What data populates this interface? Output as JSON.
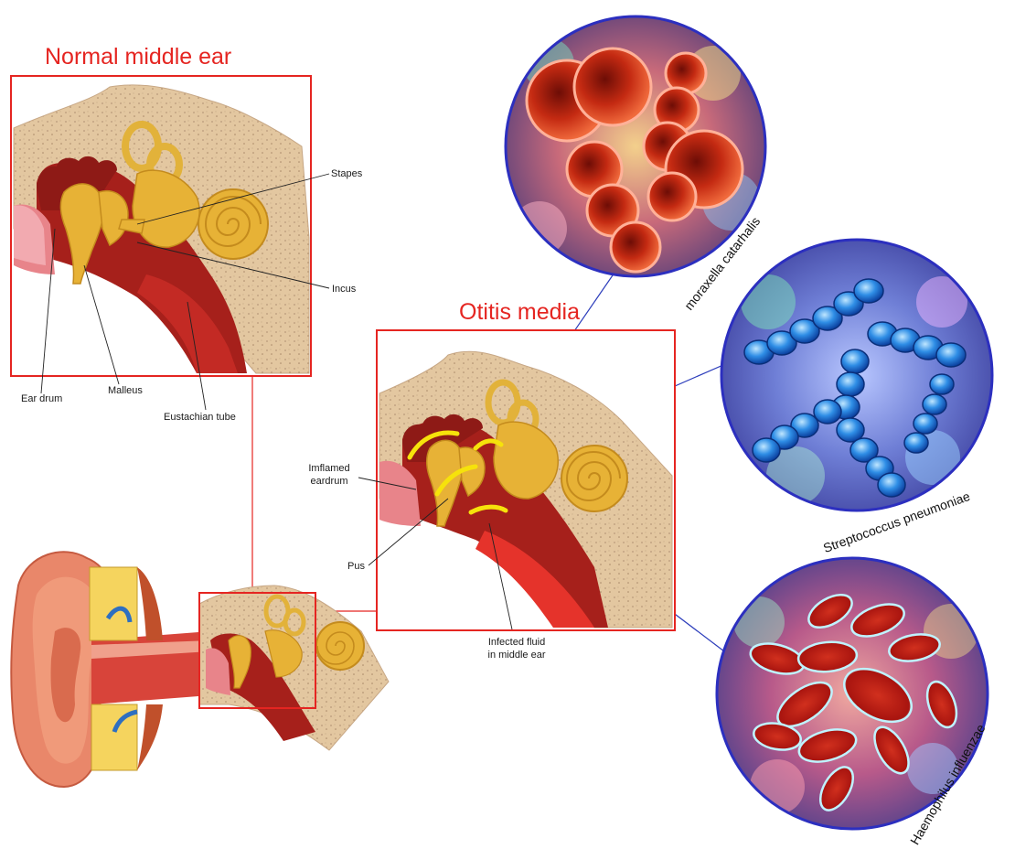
{
  "titles": {
    "normal": "Normal middle ear",
    "otitis": "Otitis media"
  },
  "normal_labels": {
    "stapes": "Stapes",
    "incus": "Incus",
    "ear_drum": "Ear drum",
    "malleus": "Malleus",
    "eustachian": "Eustachian tube"
  },
  "otitis_labels": {
    "inflamed_1": "Imflamed",
    "inflamed_2": "eardrum",
    "pus": "Pus",
    "fluid_1": "Infected fluid",
    "fluid_2": "in middle ear"
  },
  "bacteria": [
    {
      "name": "moraxella catarhalis"
    },
    {
      "name": "Streptococcus pneumoniae"
    },
    {
      "name": "Haemophilus influenzae"
    }
  ],
  "colors": {
    "frame": "#e52521",
    "pointer": "#2c3dbb",
    "bone": "#e5c9a4",
    "ossicle": "#e7b236",
    "tissue": "#b8231f",
    "pus": "#f6e20b"
  }
}
